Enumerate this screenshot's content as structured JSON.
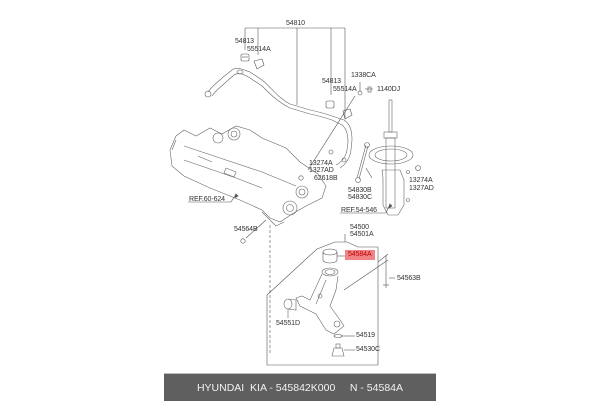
{
  "diagram": {
    "labels": {
      "l54810": "54810",
      "l54813_a": "54813",
      "l55514A_a": "55514A",
      "l54813_b": "54813",
      "l55514A_b": "55514A",
      "l1338CA": "1338CA",
      "l1140DJ": "1140DJ",
      "l13274A_a": "13274A",
      "l1327AD_a": "1327AD",
      "l62618B": "62618B",
      "l13274A_b": "13274A",
      "l1327AD_b": "1327AD",
      "l54830B": "54830B",
      "l54830C": "54830C",
      "ref_60624": "REF.60-624",
      "ref_54546": "REF.54-546",
      "l54564B": "54564B",
      "l54500": "54500",
      "l54501A": "54501A",
      "l54584A": "54584A",
      "l54563B": "54563B",
      "l54551D": "54551D",
      "l54519": "54519",
      "l54530C": "54530C"
    },
    "highlight": {
      "part": "54584A",
      "color": "#f08484",
      "text_color": "#c00000"
    }
  },
  "footer": {
    "brand": "HYUNDAI  KIA - 545842K000",
    "part": "N - 54584A",
    "background": "#5f5f5f"
  }
}
